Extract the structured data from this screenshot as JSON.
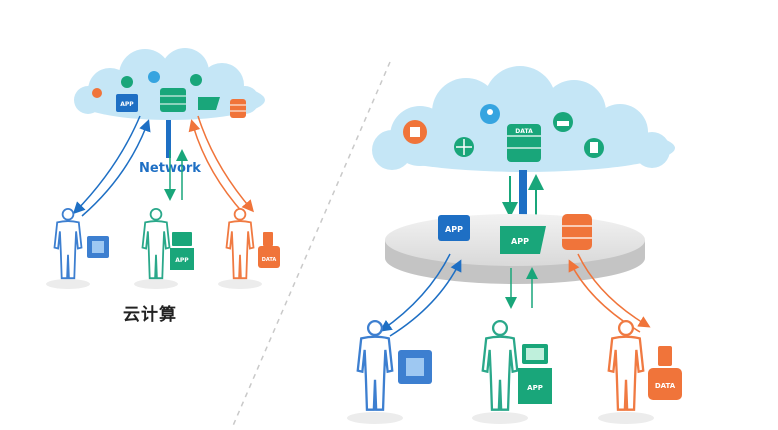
{
  "left": {
    "network_label": "Network",
    "app_label": "APP",
    "terminal_label": "APP",
    "data_label": "DATA"
  },
  "caption": "云计算",
  "right": {
    "app_label": "APP",
    "platform_app_label": "APP",
    "data_label": "DATA",
    "terminal_label": "APP",
    "device_data_label": "DATA"
  },
  "colors": {
    "cloud": "#bfe3f5",
    "blue": "#1e6fc4",
    "green": "#19a67a",
    "orange": "#f0743a",
    "figure_blue": "#3d7fd0",
    "figure_green": "#2aa88a",
    "figure_orange": "#f07a42"
  }
}
